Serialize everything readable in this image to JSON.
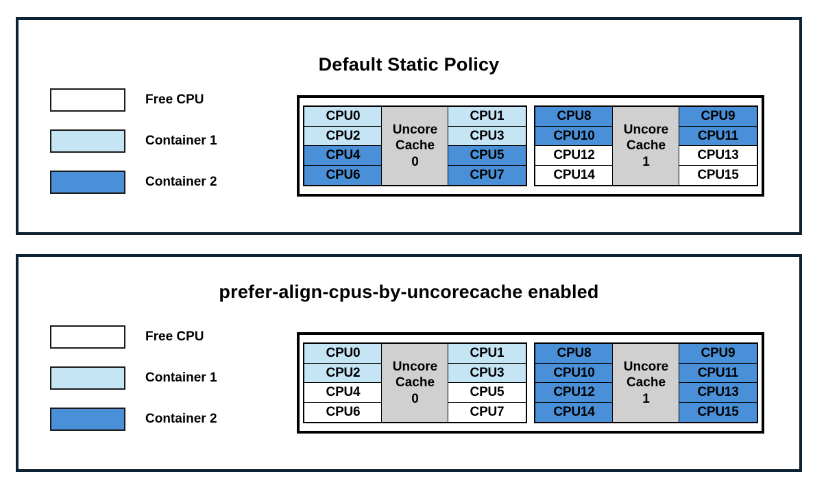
{
  "legend": {
    "items": [
      {
        "label": "Free CPU",
        "fill": "free",
        "color": "#ffffff"
      },
      {
        "label": "Container 1",
        "fill": "c1",
        "color": "#c5e5f5"
      },
      {
        "label": "Container 2",
        "fill": "c2",
        "color": "#4a90d9"
      }
    ]
  },
  "panels": [
    {
      "id": "default-static-policy",
      "title": "Default Static Policy",
      "groups": [
        {
          "cache_label_line1": "Uncore",
          "cache_label_line2": "Cache",
          "cache_index": "0",
          "left_column": [
            {
              "label": "CPU0",
              "fill": "c1"
            },
            {
              "label": "CPU2",
              "fill": "c1"
            },
            {
              "label": "CPU4",
              "fill": "c2"
            },
            {
              "label": "CPU6",
              "fill": "c2"
            }
          ],
          "right_column": [
            {
              "label": "CPU1",
              "fill": "c1"
            },
            {
              "label": "CPU3",
              "fill": "c1"
            },
            {
              "label": "CPU5",
              "fill": "c2"
            },
            {
              "label": "CPU7",
              "fill": "c2"
            }
          ]
        },
        {
          "cache_label_line1": "Uncore",
          "cache_label_line2": "Cache",
          "cache_index": "1",
          "left_column": [
            {
              "label": "CPU8",
              "fill": "c2"
            },
            {
              "label": "CPU10",
              "fill": "c2"
            },
            {
              "label": "CPU12",
              "fill": "free"
            },
            {
              "label": "CPU14",
              "fill": "free"
            }
          ],
          "right_column": [
            {
              "label": "CPU9",
              "fill": "c2"
            },
            {
              "label": "CPU11",
              "fill": "c2"
            },
            {
              "label": "CPU13",
              "fill": "free"
            },
            {
              "label": "CPU15",
              "fill": "free"
            }
          ]
        }
      ]
    },
    {
      "id": "prefer-align-cpus-by-uncorecache-enabled",
      "title": "prefer-align-cpus-by-uncorecache enabled",
      "groups": [
        {
          "cache_label_line1": "Uncore",
          "cache_label_line2": "Cache",
          "cache_index": "0",
          "left_column": [
            {
              "label": "CPU0",
              "fill": "c1"
            },
            {
              "label": "CPU2",
              "fill": "c1"
            },
            {
              "label": "CPU4",
              "fill": "free"
            },
            {
              "label": "CPU6",
              "fill": "free"
            }
          ],
          "right_column": [
            {
              "label": "CPU1",
              "fill": "c1"
            },
            {
              "label": "CPU3",
              "fill": "c1"
            },
            {
              "label": "CPU5",
              "fill": "free"
            },
            {
              "label": "CPU7",
              "fill": "free"
            }
          ]
        },
        {
          "cache_label_line1": "Uncore",
          "cache_label_line2": "Cache",
          "cache_index": "1",
          "left_column": [
            {
              "label": "CPU8",
              "fill": "c2"
            },
            {
              "label": "CPU10",
              "fill": "c2"
            },
            {
              "label": "CPU12",
              "fill": "c2"
            },
            {
              "label": "CPU14",
              "fill": "c2"
            }
          ],
          "right_column": [
            {
              "label": "CPU9",
              "fill": "c2"
            },
            {
              "label": "CPU11",
              "fill": "c2"
            },
            {
              "label": "CPU13",
              "fill": "c2"
            },
            {
              "label": "CPU15",
              "fill": "c2"
            }
          ]
        }
      ]
    }
  ],
  "colors": {
    "panel_border": "#0d2233",
    "cell_border": "#000000",
    "cache_fill": "#d0d0d0",
    "container1": "#c5e5f5",
    "container2": "#4a90d9",
    "free": "#ffffff"
  }
}
